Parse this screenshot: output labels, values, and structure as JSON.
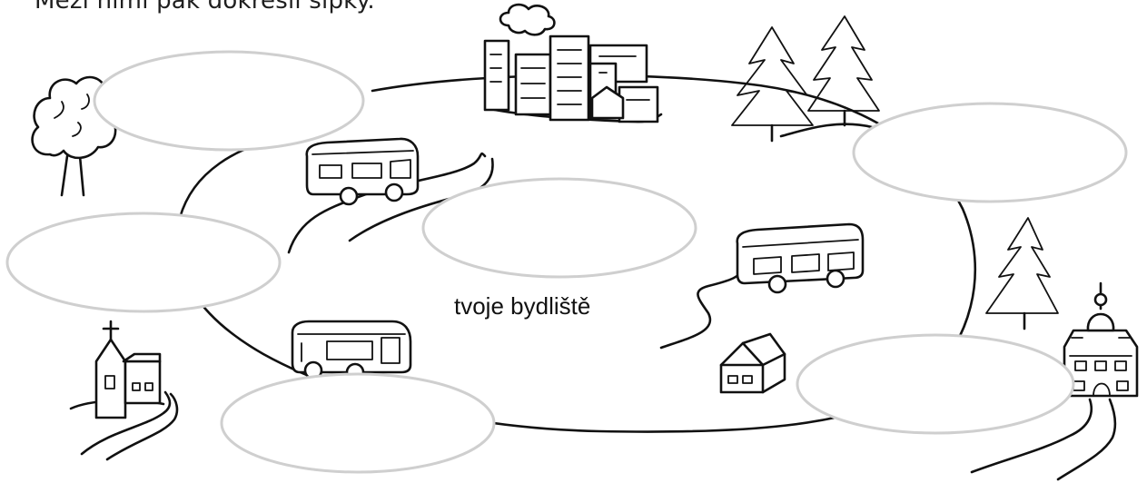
{
  "instruction": "Mezi nimi pak dokresli šipky.",
  "center_label": "tvoje bydliště",
  "answer_bubbles": [
    {
      "name": "bubble-tree",
      "value": ""
    },
    {
      "name": "bubble-left",
      "value": ""
    },
    {
      "name": "bubble-church",
      "value": ""
    },
    {
      "name": "bubble-center",
      "value": ""
    },
    {
      "name": "bubble-forest",
      "value": ""
    },
    {
      "name": "bubble-chateau",
      "value": ""
    }
  ],
  "icons": [
    "tree-icon",
    "city-icon",
    "forest-icon",
    "bus-icon",
    "church-icon",
    "house-icon",
    "chateau-icon",
    "cloud-icon"
  ],
  "colors": {
    "ink": "#111111",
    "bubble_border": "#cfcfcf",
    "background": "#ffffff"
  }
}
